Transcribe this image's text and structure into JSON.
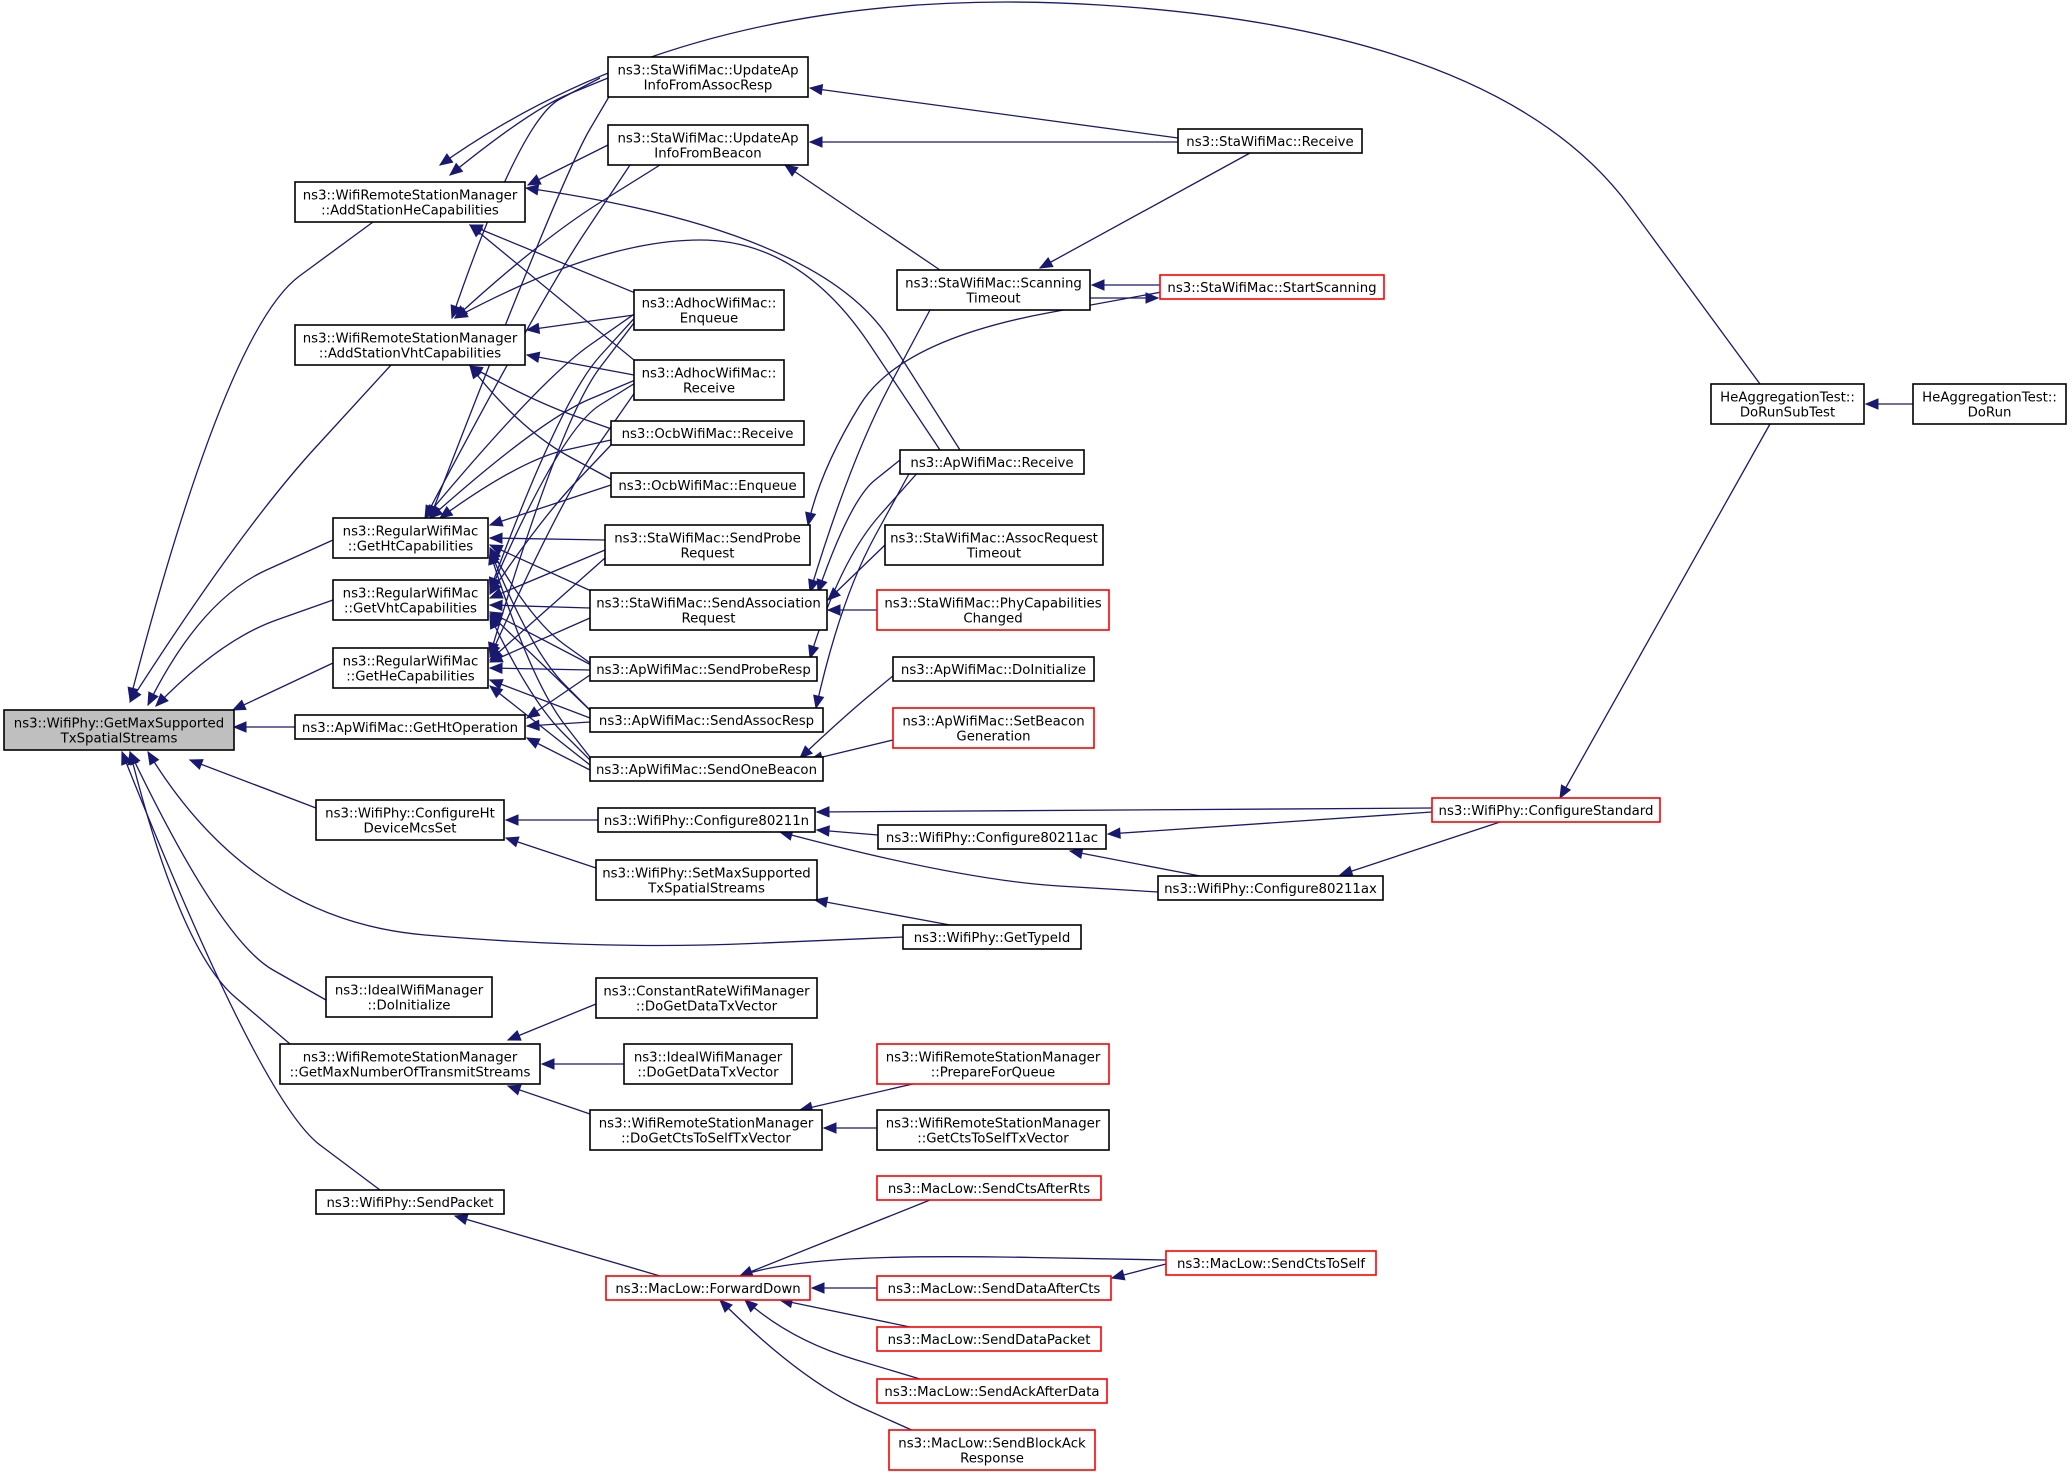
{
  "colors": {
    "edge": "#191970",
    "normal_border": "#000000",
    "truncated_border": "#ff0000",
    "focus_fill": "#bfbfbf",
    "node_fill": "#ffffff"
  },
  "nodes": [
    {
      "id": "root",
      "lines": [
        "ns3::WifiPhy::GetMaxSupported",
        "TxSpatialStreams"
      ],
      "style": "focus"
    },
    {
      "id": "addHe",
      "lines": [
        "ns3::WifiRemoteStationManager",
        "::AddStationHeCapabilities"
      ],
      "style": "normal"
    },
    {
      "id": "addVht",
      "lines": [
        "ns3::WifiRemoteStationManager",
        "::AddStationVhtCapabilities"
      ],
      "style": "normal"
    },
    {
      "id": "getHt",
      "lines": [
        "ns3::RegularWifiMac",
        "::GetHtCapabilities"
      ],
      "style": "normal"
    },
    {
      "id": "getVht",
      "lines": [
        "ns3::RegularWifiMac",
        "::GetVhtCapabilities"
      ],
      "style": "normal"
    },
    {
      "id": "getHeC",
      "lines": [
        "ns3::RegularWifiMac",
        "::GetHeCapabilities"
      ],
      "style": "normal"
    },
    {
      "id": "getHtOp",
      "lines": [
        "ns3::ApWifiMac::GetHtOperation"
      ],
      "style": "normal"
    },
    {
      "id": "cfgHt",
      "lines": [
        "ns3::WifiPhy::ConfigureHt",
        "DeviceMcsSet"
      ],
      "style": "normal"
    },
    {
      "id": "idealInit",
      "lines": [
        "ns3::IdealWifiManager",
        "::DoInitialize"
      ],
      "style": "normal"
    },
    {
      "id": "getMaxNum",
      "lines": [
        "ns3::WifiRemoteStationManager",
        "::GetMaxNumberOfTransmitStreams"
      ],
      "style": "normal"
    },
    {
      "id": "sendPacket",
      "lines": [
        "ns3::WifiPhy::SendPacket"
      ],
      "style": "normal"
    },
    {
      "id": "updAssoc",
      "lines": [
        "ns3::StaWifiMac::UpdateAp",
        "InfoFromAssocResp"
      ],
      "style": "normal"
    },
    {
      "id": "updBeacon",
      "lines": [
        "ns3::StaWifiMac::UpdateAp",
        "InfoFromBeacon"
      ],
      "style": "normal"
    },
    {
      "id": "adhocEnq",
      "lines": [
        "ns3::AdhocWifiMac::",
        "Enqueue"
      ],
      "style": "normal"
    },
    {
      "id": "adhocRecv",
      "lines": [
        "ns3::AdhocWifiMac::",
        "Receive"
      ],
      "style": "normal"
    },
    {
      "id": "ocbRecv",
      "lines": [
        "ns3::OcbWifiMac::Receive"
      ],
      "style": "normal"
    },
    {
      "id": "ocbEnq",
      "lines": [
        "ns3::OcbWifiMac::Enqueue"
      ],
      "style": "normal"
    },
    {
      "id": "sendProbe",
      "lines": [
        "ns3::StaWifiMac::SendProbe",
        "Request"
      ],
      "style": "normal"
    },
    {
      "id": "sendAssocReq",
      "lines": [
        "ns3::StaWifiMac::SendAssociation",
        "Request"
      ],
      "style": "normal"
    },
    {
      "id": "apProbeResp",
      "lines": [
        "ns3::ApWifiMac::SendProbeResp"
      ],
      "style": "normal"
    },
    {
      "id": "apAssocResp",
      "lines": [
        "ns3::ApWifiMac::SendAssocResp"
      ],
      "style": "normal"
    },
    {
      "id": "apBeacon",
      "lines": [
        "ns3::ApWifiMac::SendOneBeacon"
      ],
      "style": "normal"
    },
    {
      "id": "cfg11n",
      "lines": [
        "ns3::WifiPhy::Configure80211n"
      ],
      "style": "normal"
    },
    {
      "id": "setMaxSup",
      "lines": [
        "ns3::WifiPhy::SetMaxSupported",
        "TxSpatialStreams"
      ],
      "style": "normal"
    },
    {
      "id": "cstRate",
      "lines": [
        "ns3::ConstantRateWifiManager",
        "::DoGetDataTxVector"
      ],
      "style": "normal"
    },
    {
      "id": "idealData",
      "lines": [
        "ns3::IdealWifiManager",
        "::DoGetDataTxVector"
      ],
      "style": "normal"
    },
    {
      "id": "doGetCts",
      "lines": [
        "ns3::WifiRemoteStationManager",
        "::DoGetCtsToSelfTxVector"
      ],
      "style": "normal"
    },
    {
      "id": "fwdDown",
      "lines": [
        "ns3::MacLow::ForwardDown"
      ],
      "style": "red"
    },
    {
      "id": "staRecv",
      "lines": [
        "ns3::StaWifiMac::Receive"
      ],
      "style": "normal"
    },
    {
      "id": "scanTo",
      "lines": [
        "ns3::StaWifiMac::Scanning",
        "Timeout"
      ],
      "style": "normal"
    },
    {
      "id": "startScan",
      "lines": [
        "ns3::StaWifiMac::StartScanning"
      ],
      "style": "red"
    },
    {
      "id": "apRecv",
      "lines": [
        "ns3::ApWifiMac::Receive"
      ],
      "style": "normal"
    },
    {
      "id": "assocTo",
      "lines": [
        "ns3::StaWifiMac::AssocRequest",
        "Timeout"
      ],
      "style": "normal"
    },
    {
      "id": "phyCap",
      "lines": [
        "ns3::StaWifiMac::PhyCapabilities",
        "Changed"
      ],
      "style": "red"
    },
    {
      "id": "apInit",
      "lines": [
        "ns3::ApWifiMac::DoInitialize"
      ],
      "style": "normal"
    },
    {
      "id": "setBeacon",
      "lines": [
        "ns3::ApWifiMac::SetBeacon",
        "Generation"
      ],
      "style": "red"
    },
    {
      "id": "cfg11ac",
      "lines": [
        "ns3::WifiPhy::Configure80211ac"
      ],
      "style": "normal"
    },
    {
      "id": "cfg11ax",
      "lines": [
        "ns3::WifiPhy::Configure80211ax"
      ],
      "style": "normal"
    },
    {
      "id": "getTypeId",
      "lines": [
        "ns3::WifiPhy::GetTypeId"
      ],
      "style": "normal"
    },
    {
      "id": "prepQueue",
      "lines": [
        "ns3::WifiRemoteStationManager",
        "::PrepareForQueue"
      ],
      "style": "red"
    },
    {
      "id": "getCts",
      "lines": [
        "ns3::WifiRemoteStationManager",
        "::GetCtsToSelfTxVector"
      ],
      "style": "normal"
    },
    {
      "id": "ctsAfterRts",
      "lines": [
        "ns3::MacLow::SendCtsAfterRts"
      ],
      "style": "red"
    },
    {
      "id": "ctsToSelf",
      "lines": [
        "ns3::MacLow::SendCtsToSelf"
      ],
      "style": "red"
    },
    {
      "id": "dataAfterCts",
      "lines": [
        "ns3::MacLow::SendDataAfterCts"
      ],
      "style": "red"
    },
    {
      "id": "dataPacket",
      "lines": [
        "ns3::MacLow::SendDataPacket"
      ],
      "style": "red"
    },
    {
      "id": "ackAfterData",
      "lines": [
        "ns3::MacLow::SendAckAfterData"
      ],
      "style": "red"
    },
    {
      "id": "blockAck",
      "lines": [
        "ns3::MacLow::SendBlockAck",
        "Response"
      ],
      "style": "red"
    },
    {
      "id": "cfgStd",
      "lines": [
        "ns3::WifiPhy::ConfigureStandard"
      ],
      "style": "red"
    },
    {
      "id": "heSub",
      "lines": [
        "HeAggregationTest::",
        "DoRunSubTest"
      ],
      "style": "normal"
    },
    {
      "id": "heRun",
      "lines": [
        "HeAggregationTest::",
        "DoRun"
      ],
      "style": "normal"
    }
  ]
}
